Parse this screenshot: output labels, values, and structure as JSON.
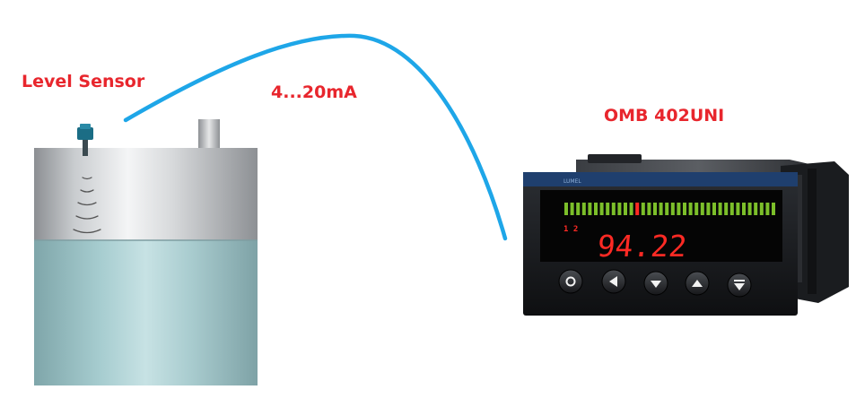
{
  "labels": {
    "sensor": "Level Sensor",
    "signal": "4...20mA",
    "meter": "OMB 402UNI"
  },
  "meter": {
    "display_value": "94.22",
    "relay_indicators": "1 2",
    "brand_mark": "LUMEL",
    "bargraph": {
      "segments": 36,
      "marker_index": 12
    },
    "buttons": [
      "enter-button",
      "left-arrow-button",
      "down-arrow-button",
      "up-arrow-button",
      "menu-button"
    ]
  },
  "colors": {
    "label_red": "#e8262d",
    "cable_blue": "#1ea6e8",
    "display_red": "#ff2a24",
    "bar_green": "#7cbf2a",
    "tank_liquid": "#9ac4c8"
  }
}
